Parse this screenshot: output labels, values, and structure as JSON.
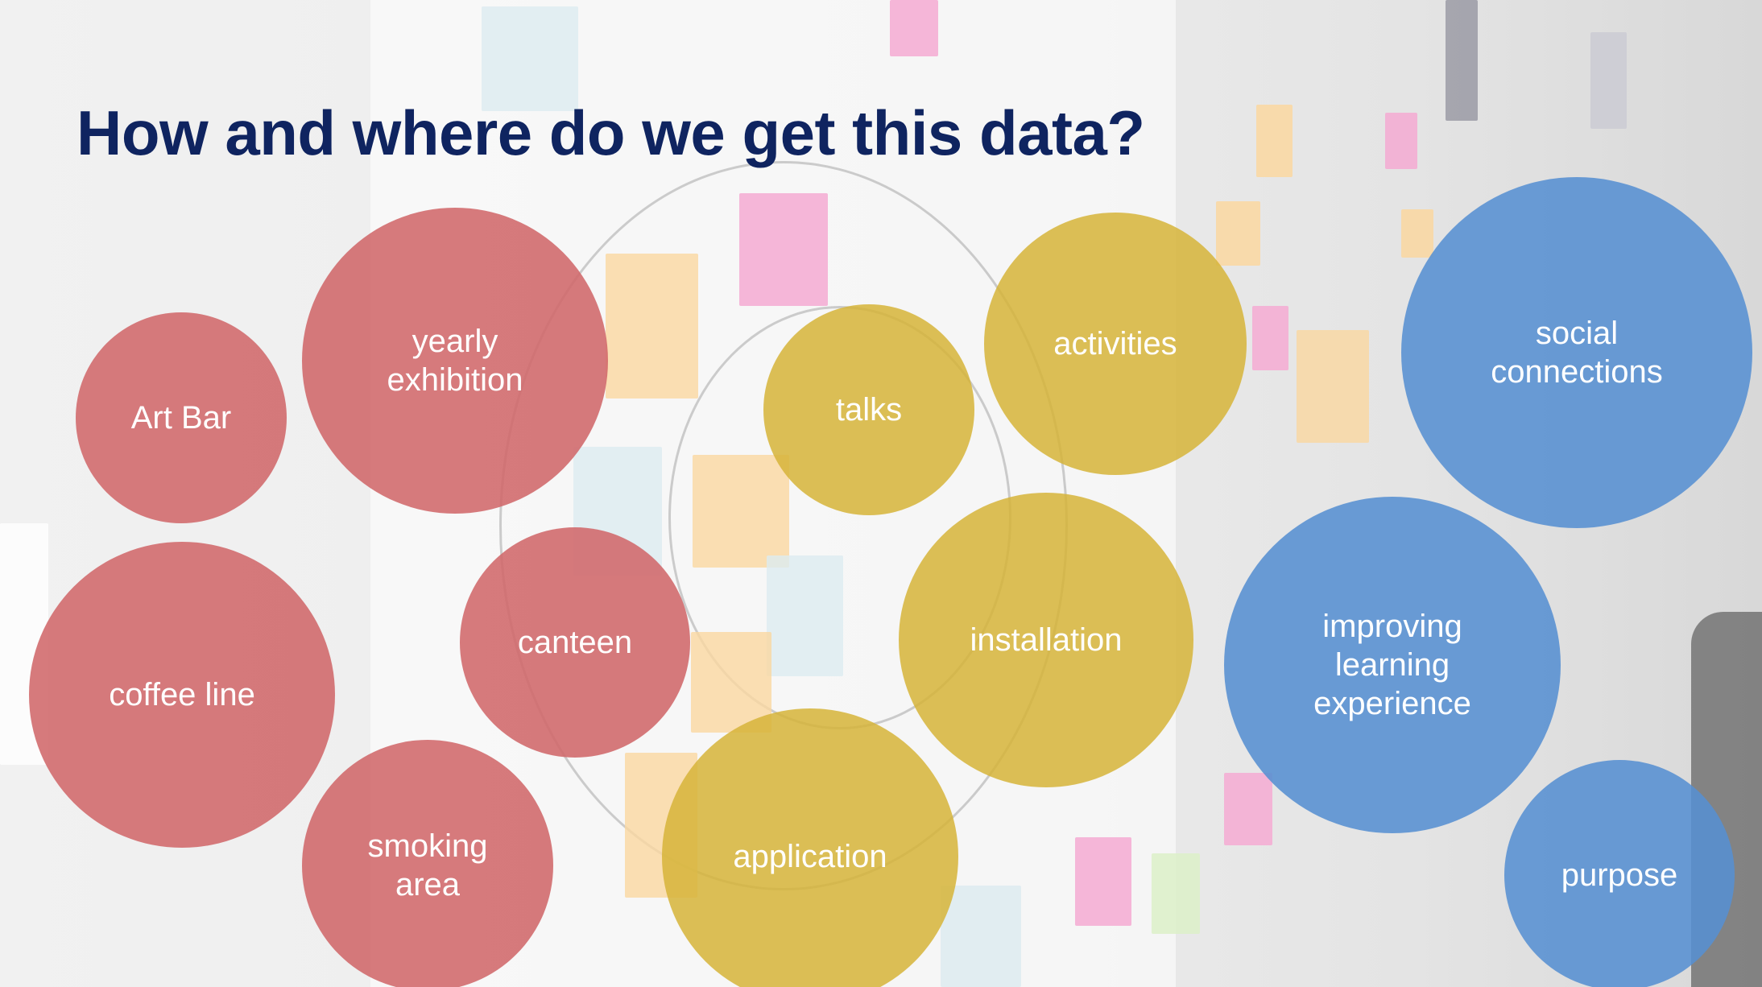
{
  "title": "How and where do we get this data?",
  "colors": {
    "title": "#0f2460",
    "red": "#d06d6f",
    "yellow": "#d8b53d",
    "blue": "#5b93d3"
  },
  "bubbles": {
    "art_bar": "Art Bar",
    "yearly_exhibition": "yearly\nexhibition",
    "coffee_line": "coffee line",
    "canteen": "canteen",
    "smoking_area": "smoking\narea",
    "talks": "talks",
    "activities": "activities",
    "installation": "installation",
    "application": "application",
    "social_connections": "social\nconnections",
    "improving_learning_experience": "improving\nlearning\nexperience",
    "purpose": "purpose"
  }
}
